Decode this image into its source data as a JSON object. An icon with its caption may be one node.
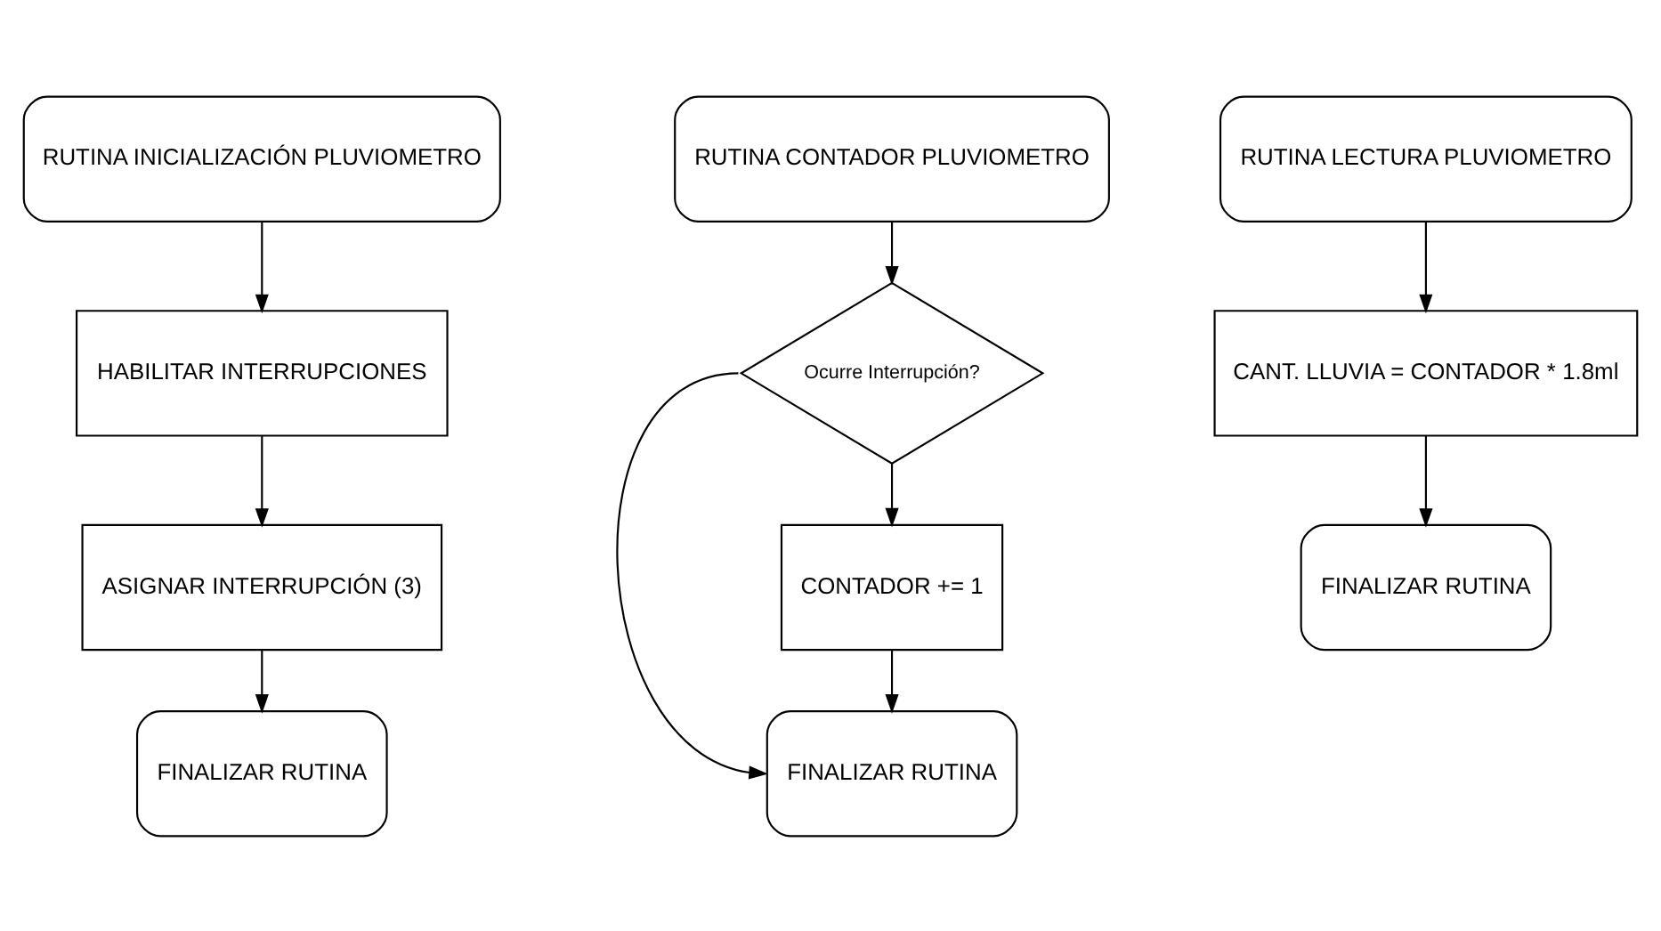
{
  "diagram": {
    "nodes": [
      {
        "text": [
          "RUTINA INICIALIZACIÓN PLUVIOMETRO"
        ]
      },
      {
        "text": [
          "HABILITAR INTERRUPCIONES"
        ]
      },
      {
        "text": [
          "ASIGNAR INTERRUPCIÓN (3)"
        ]
      },
      {
        "text": [
          "FINALIZAR RUTINA"
        ]
      },
      {
        "text": [
          "RUTINA CONTADOR PLUVIOMETRO"
        ]
      },
      {
        "text": [
          "Ocurre Interrupción?"
        ]
      },
      {
        "text": [
          "CONTADOR += 1"
        ]
      },
      {
        "text": [
          "FINALIZAR RUTINA"
        ]
      },
      {
        "text": [
          "RUTINA LECTURA PLUVIOMETRO"
        ]
      },
      {
        "text": [
          "CANT. LLUVIA = CONTADOR * 1.8ml"
        ]
      },
      {
        "text": [
          "FINALIZAR RUTINA"
        ]
      }
    ],
    "edges": [
      {
        "from": 0,
        "to": 1,
        "arrow": "to"
      },
      {
        "from": 1,
        "to": 2,
        "arrow": "to"
      },
      {
        "from": 2,
        "to": 3,
        "arrow": "to"
      },
      {
        "from": 4,
        "to": 5,
        "arrow": "to"
      },
      {
        "from": 5,
        "to": 6,
        "arrow": "to"
      },
      {
        "from": 6,
        "to": 7,
        "arrow": "to"
      },
      {
        "from": 5,
        "to": 7,
        "arrow": "to"
      },
      {
        "from": 8,
        "to": 9,
        "arrow": "to"
      },
      {
        "from": 9,
        "to": 10,
        "arrow": "to"
      }
    ]
  }
}
